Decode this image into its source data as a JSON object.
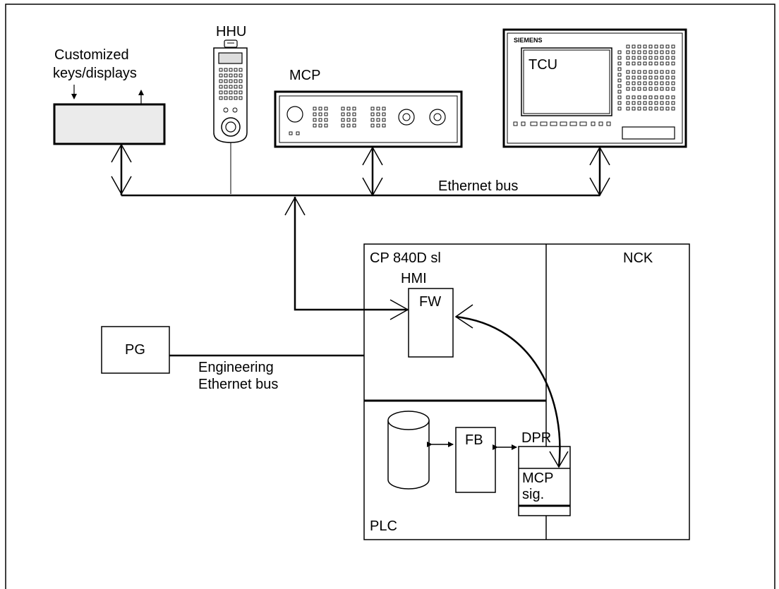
{
  "labels": {
    "customized_line1": "Customized",
    "customized_line2": "keys/displays",
    "hhu": "HHU",
    "mcp": "MCP",
    "tcu": "TCU",
    "brand": "SIEMENS",
    "ethernet_bus": "Ethernet bus",
    "cp": "CP 840D sl",
    "nck": "NCK",
    "hmi": "HMI",
    "fw": "FW",
    "pg": "PG",
    "engineering_line1": "Engineering",
    "engineering_line2": "Ethernet bus",
    "dpr": "DPR",
    "fb": "FB",
    "mcp_sig_line1": "MCP",
    "mcp_sig_line2": "sig.",
    "plc": "PLC"
  }
}
